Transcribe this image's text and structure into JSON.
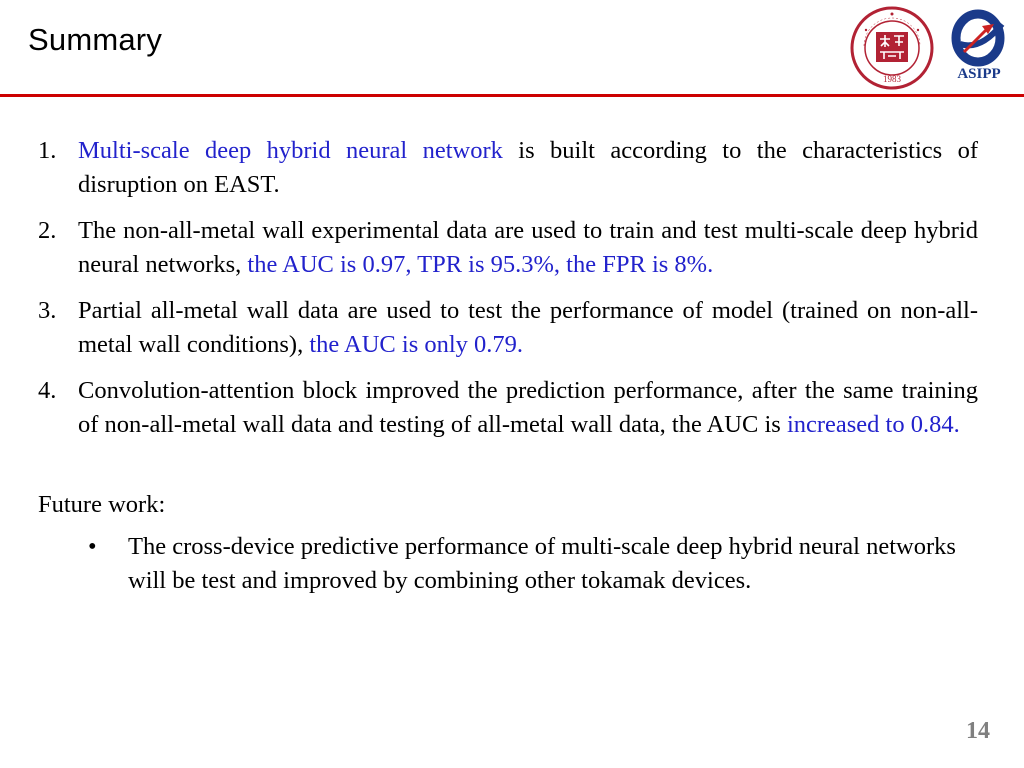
{
  "slide": {
    "title": "Summary",
    "page_number": "14"
  },
  "colors": {
    "rule": "#cc0000",
    "highlight": "#2222cc",
    "logo_szu": "#b22234",
    "logo_asipp": "#1a3a8a",
    "page_number": "#808080"
  },
  "logos": {
    "szu": {
      "icon": "university-seal-icon",
      "year": "1983"
    },
    "asipp": {
      "icon": "asipp-logo-icon",
      "label": "ASIPP"
    }
  },
  "items": [
    {
      "num": "1.",
      "parts": [
        {
          "text": "Multi-scale deep hybrid neural network",
          "highlight": true
        },
        {
          "text": " is built according to the characteristics of disruption on EAST.",
          "highlight": false
        }
      ]
    },
    {
      "num": "2.",
      "parts": [
        {
          "text": "The non-all-metal wall experimental data are used to train and test multi-scale deep hybrid neural networks, ",
          "highlight": false
        },
        {
          "text": "the AUC is 0.97,  TPR is  95.3%, the FPR is 8%.",
          "highlight": true
        }
      ]
    },
    {
      "num": "3.",
      "parts": [
        {
          "text": "Partial all-metal wall data are used to test the performance of model (trained on non-all-metal wall conditions), ",
          "highlight": false
        },
        {
          "text": "the AUC is only 0.79.",
          "highlight": true
        }
      ]
    },
    {
      "num": "4.",
      "parts": [
        {
          "text": "Convolution-attention block improved the prediction performance, after the same training of non-all-metal wall  data and testing of all-metal wall  data, the AUC is ",
          "highlight": false
        },
        {
          "text": "increased to 0.84.",
          "highlight": true
        }
      ]
    }
  ],
  "future": {
    "title": "Future work:",
    "bullet": "•",
    "items": [
      "The cross-device predictive performance of multi-scale deep hybrid neural networks will be test and improved by combining other tokamak devices."
    ]
  }
}
